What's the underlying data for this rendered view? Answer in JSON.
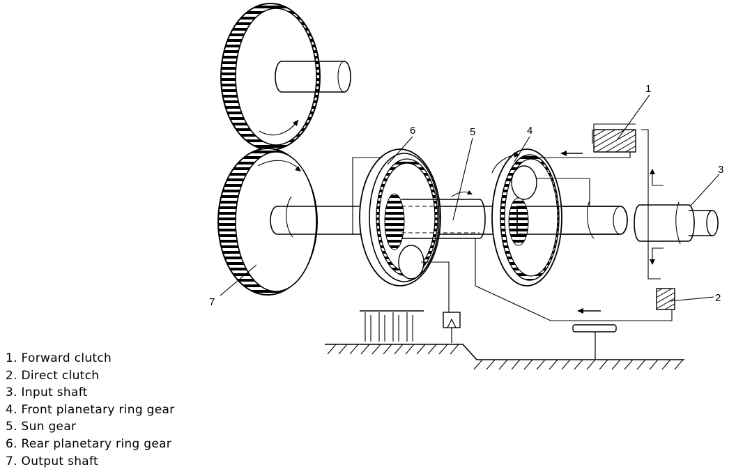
{
  "callouts": {
    "c1": "1",
    "c2": "2",
    "c3": "3",
    "c4": "4",
    "c5": "5",
    "c6": "6",
    "c7": "7"
  },
  "legend": [
    "1. Forward clutch",
    "2. Direct clutch",
    "3. Input shaft",
    "4. Front planetary ring gear",
    "5. Sun gear",
    "6. Rear planetary ring gear",
    "7. Output shaft"
  ],
  "colors": {
    "ink": "#000000",
    "paper": "#ffffff"
  }
}
